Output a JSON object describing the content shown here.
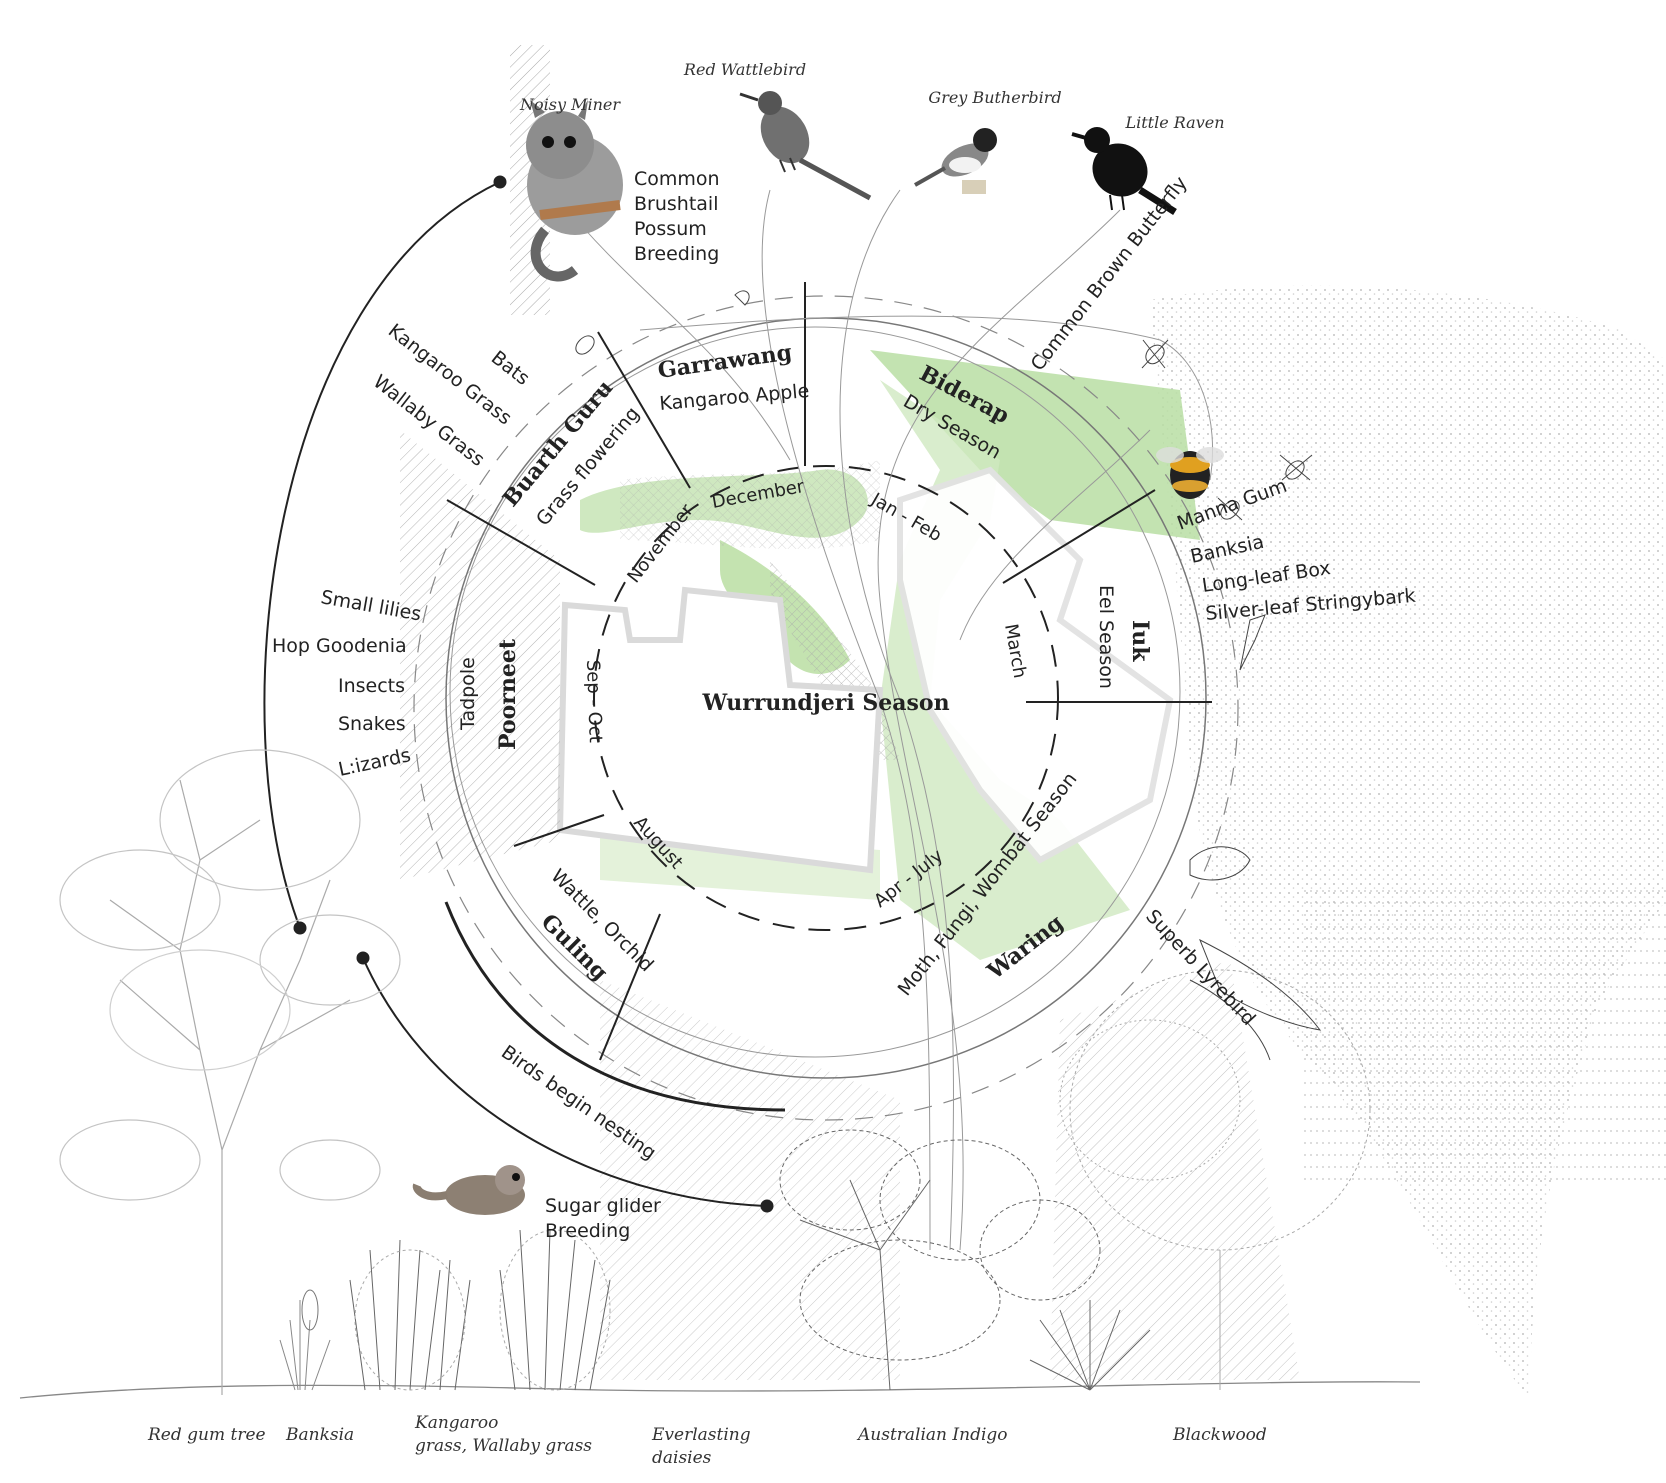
{
  "center_title": "Wurrundjeri Season",
  "seasons": [
    {
      "key": "garrawang",
      "name": "Garrawang",
      "subtitle": "Kangaroo Apple",
      "month": "December"
    },
    {
      "key": "biderap",
      "name": "Biderap",
      "subtitle": "Dry Season",
      "month": "Jan - Feb"
    },
    {
      "key": "iuk",
      "name": "Iuk",
      "subtitle": "Eel Season",
      "month": "March"
    },
    {
      "key": "waring",
      "name": "Waring",
      "subtitle": "Moth, Fungi, Wombat Season",
      "month": "Apr - July"
    },
    {
      "key": "guling",
      "name": "Guling",
      "subtitle": "Wattle, Orchid",
      "month": "August"
    },
    {
      "key": "poorneet",
      "name": "Poorneet",
      "subtitle": "Tadpole",
      "month": "Sep - Oct"
    },
    {
      "key": "buarth",
      "name": "Buarth Guru",
      "subtitle": "Grass flowering",
      "month": "November"
    }
  ],
  "outer_labels": {
    "bats": "Bats",
    "kangaroo_grass": "Kangaroo Grass",
    "wallaby_grass": "Wallaby Grass",
    "butterfly": "Common Brown Butterfly",
    "birds_nesting": "Birds begin nesting",
    "lyrebird": "Superb Lyrebird",
    "poorneet_list": [
      "Small lilies",
      "Hop Goodenia",
      "Insects",
      "Snakes",
      "L:izards"
    ],
    "trees_list": [
      "Manna Gum",
      "Banksia",
      "Long-leaf Box",
      "Silver-leaf Stringybark"
    ]
  },
  "birds": [
    {
      "key": "noisy_miner",
      "label": "Noisy Miner"
    },
    {
      "key": "red_wattlebird",
      "label": "Red Wattlebird"
    },
    {
      "key": "grey_butcherbird",
      "label": "Grey Butherbird"
    },
    {
      "key": "little_raven",
      "label": "Little Raven"
    }
  ],
  "possum": {
    "lines": [
      "Common",
      "Brushtail",
      "Possum",
      "Breeding"
    ]
  },
  "glider": {
    "lines": [
      "Sugar glider",
      "Breeding"
    ]
  },
  "plants": {
    "red_gum": "Red gum tree",
    "banksia": "Banksia",
    "kangaroo_grass": [
      "Kangaroo",
      "grass, Wallaby grass"
    ],
    "everlasting": [
      "Everlasting",
      "daisies"
    ],
    "indigo": "Australian Indigo",
    "blackwood": "Blackwood"
  },
  "colors": {
    "green_light": "#dcefd0",
    "green_mid": "#b9dea3",
    "ink": "#222222",
    "hatch": "#9a9a9a",
    "stipple": "#b8b8b8"
  }
}
